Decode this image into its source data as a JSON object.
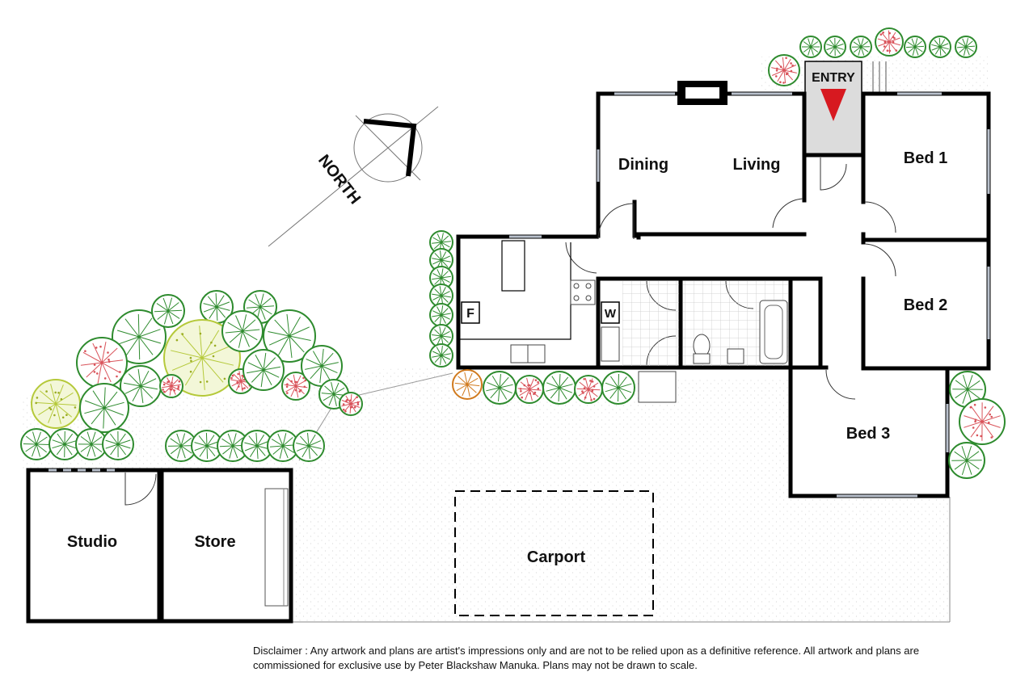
{
  "compass": {
    "label": "NORTH"
  },
  "entry": {
    "label": "ENTRY",
    "arrow_color": "#d71920"
  },
  "rooms": {
    "dining": "Dining",
    "living": "Living",
    "bed1": "Bed 1",
    "bed2": "Bed 2",
    "bed3": "Bed 3",
    "studio": "Studio",
    "store": "Store",
    "carport": "Carport",
    "fridge": "F",
    "washer": "W"
  },
  "disclaimer": "Disclaimer : Any artwork and plans are artist's impressions only and are not to be relied upon as a definitive reference. All artwork and plans are commissioned for exclusive use by Peter Blackshaw Manuka. Plans may not be drawn to scale.",
  "colors": {
    "wall": "#000000",
    "tree_green": "#2e8b2e",
    "tree_yellow": "#b5c93a",
    "tree_red": "#d9535a",
    "entry_fill": "#dcdcdc"
  }
}
